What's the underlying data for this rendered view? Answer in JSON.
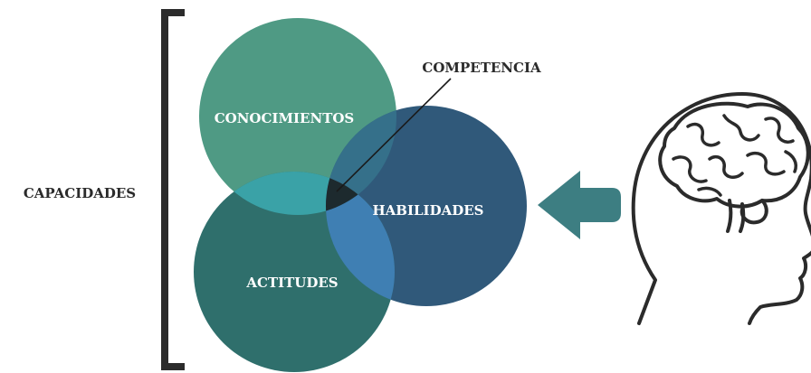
{
  "diagram": {
    "bracket_label": "CAPACIDADES",
    "circles": {
      "conocimientos": {
        "label": "CONOCIMIENTOS",
        "color": "#4f9a84"
      },
      "habilidades": {
        "label": "HABILIDADES",
        "color": "#30597a"
      },
      "actitudes": {
        "label": "ACTITUDES",
        "color": "#2f6f6c"
      }
    },
    "overlap_colors": {
      "conocimientos_actitudes": "#3aa2a7",
      "habilidades_actitudes": "#3f7fb3",
      "conocimientos_habilidades": "#35708a",
      "center": "#1d2a2e"
    },
    "callout_label": "COMPETENCIA",
    "arrow_color": "#3d7e82",
    "head_icon": "brain-in-head-icon",
    "line_color": "#2b2b2b"
  }
}
